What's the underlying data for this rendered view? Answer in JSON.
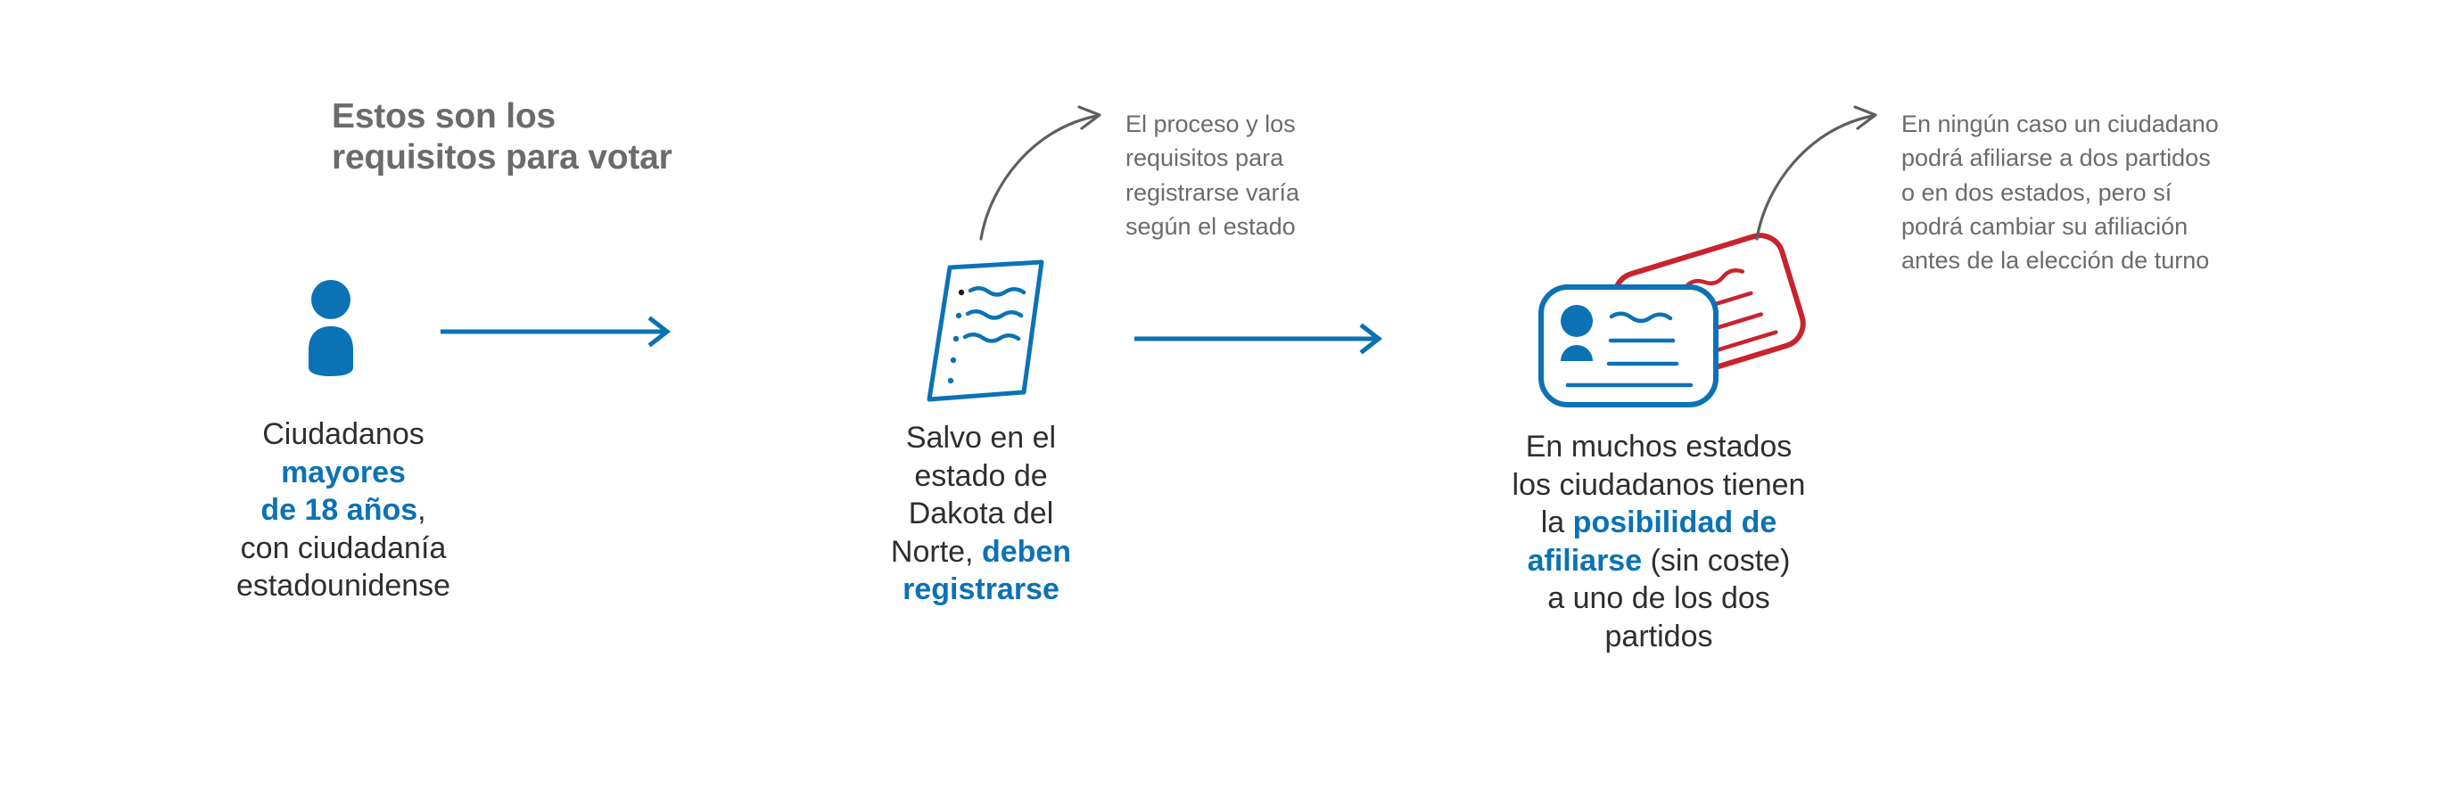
{
  "colors": {
    "blue": "#0b72b5",
    "red": "#c9232d",
    "gray_text": "#6b6b6b",
    "dark_text": "#2e2e2e",
    "background": "#ffffff"
  },
  "title": "Estos son los\nrequisitos para votar",
  "steps": [
    {
      "id": "step-1",
      "icon_name": "person-icon",
      "caption_parts": [
        {
          "text": "Ciudadanos\n",
          "bold": false
        },
        {
          "text": "mayores\nde 18 años",
          "bold": true
        },
        {
          "text": ",\ncon ciudadanía\nestadounidense",
          "bold": false
        }
      ],
      "caption_plain": "Ciudadanos mayores de 18 años, con ciudadanía estadounidense"
    },
    {
      "id": "step-2",
      "icon_name": "document-icon",
      "caption_parts": [
        {
          "text": "Salvo en el\nestado de\nDakota del\nNorte, ",
          "bold": false
        },
        {
          "text": "deben\nregistrarse",
          "bold": true
        }
      ],
      "caption_plain": "Salvo en el estado de Dakota del Norte, deben registrarse"
    },
    {
      "id": "step-3",
      "icon_name": "id-cards-icon",
      "caption_parts": [
        {
          "text": "En muchos estados\nlos ciudadanos tienen\nla ",
          "bold": false
        },
        {
          "text": "posibilidad de\nafiliarse",
          "bold": true
        },
        {
          "text": " (sin coste)\na uno de los dos\npartidos",
          "bold": false
        }
      ],
      "caption_plain": "En muchos estados los ciudadanos tienen la posibilidad de afiliarse (sin coste) a uno de los dos partidos"
    }
  ],
  "connectors": [
    {
      "id": "connector-1",
      "from": "step-1",
      "to": "step-2",
      "style": "straight-arrow-right",
      "color": "#0b72b5"
    },
    {
      "id": "connector-2",
      "from": "step-2",
      "to": "step-3",
      "style": "straight-arrow-right",
      "color": "#0b72b5"
    }
  ],
  "callouts": [
    {
      "id": "callout-1",
      "attached_to": "step-2",
      "text": "El proceso y los\nrequisitos para\nregistrarse varía\nsegún el estado"
    },
    {
      "id": "callout-2",
      "attached_to": "step-3",
      "text": "En ningún caso un ciudadano\npodrá afiliarse a dos partidos\no en dos estados, pero sí\npodrá cambiar su afiliación\nantes de la elección de turno"
    }
  ]
}
